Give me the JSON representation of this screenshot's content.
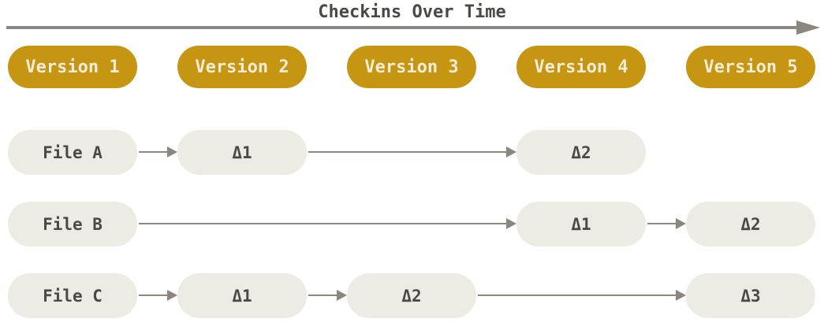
{
  "title": "Checkins Over Time",
  "colors": {
    "gold": "#C69512",
    "gold_text": "#F2EDD9",
    "node_bg": "#EDECE4",
    "node_text": "#4C4843",
    "arrow": "#8B867E",
    "title_text": "#4C4843",
    "background": "#FFFFFF"
  },
  "versions": [
    "Version 1",
    "Version 2",
    "Version 3",
    "Version 4",
    "Version 5"
  ],
  "rows": [
    {
      "file": "File A",
      "deltas": [
        "Δ1",
        "Δ2"
      ]
    },
    {
      "file": "File B",
      "deltas": [
        "Δ1",
        "Δ2"
      ]
    },
    {
      "file": "File C",
      "deltas": [
        "Δ1",
        "Δ2",
        "Δ3"
      ]
    }
  ]
}
